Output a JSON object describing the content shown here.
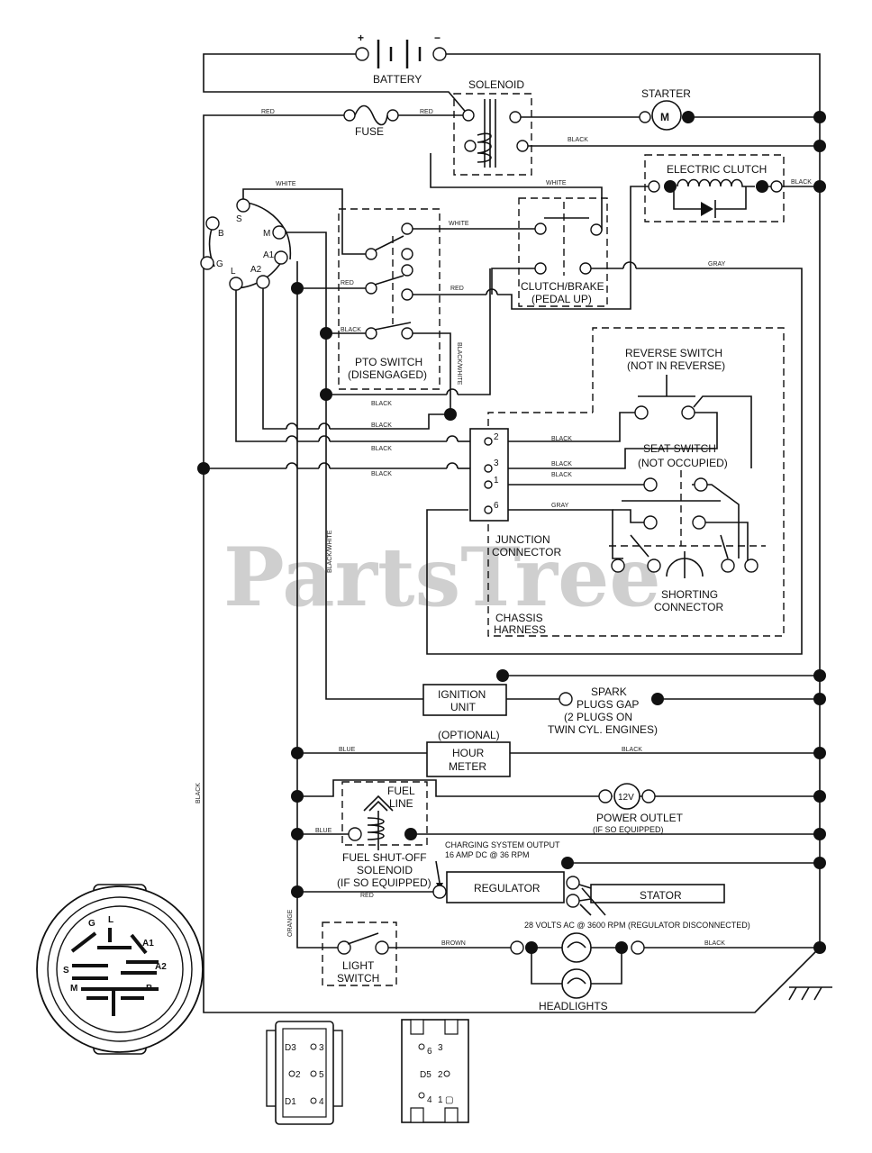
{
  "watermark": "PartsTree",
  "labels": {
    "battery": "BATTERY",
    "solenoid": "SOLENOID",
    "starter": "STARTER",
    "starter_motor": "M",
    "fuse": "FUSE",
    "electric_clutch": "ELECTRIC CLUTCH",
    "clutch_brake_1": "CLUTCH/BRAKE",
    "clutch_brake_2": "(PEDAL UP)",
    "pto_switch_1": "PTO SWITCH",
    "pto_switch_2": "(DISENGAGED)",
    "reverse_switch_1": "REVERSE SWITCH",
    "reverse_switch_2": "(NOT IN REVERSE)",
    "seat_switch_1": "SEAT SWITCH",
    "seat_switch_2": "(NOT OCCUPIED)",
    "junction_1": "JUNCTION",
    "junction_2": "CONNECTOR",
    "shorting_1": "SHORTING",
    "shorting_2": "CONNECTOR",
    "chassis_1": "CHASSIS",
    "chassis_2": "HARNESS",
    "ignition_1": "IGNITION",
    "ignition_2": "UNIT",
    "spark_1": "SPARK",
    "spark_2": "PLUGS GAP",
    "spark_3": "(2 PLUGS ON",
    "spark_4": "TWIN CYL. ENGINES)",
    "optional": "(OPTIONAL)",
    "hour_1": "HOUR",
    "hour_2": "METER",
    "fuel_1": "FUEL",
    "fuel_2": "LINE",
    "power_outlet_v": "12V",
    "power_outlet_1": "POWER OUTLET",
    "power_outlet_2": "(IF SO EQUIPPED)",
    "fuel_sol_1": "FUEL SHUT-OFF",
    "fuel_sol_2": "SOLENOID",
    "fuel_sol_3": "(IF SO EQUIPPED)",
    "charging_1": "CHARGING SYSTEM OUTPUT",
    "charging_2": "16 AMP DC @ 36 RPM",
    "regulator": "REGULATOR",
    "stator": "STATOR",
    "volts_ac": "28 VOLTS AC @ 3600 RPM (REGULATOR DISCONNECTED)",
    "light_1": "LIGHT",
    "light_2": "SWITCH",
    "headlights": "HEADLIGHTS"
  },
  "wires": {
    "red_fuse_left": "RED",
    "red_fuse_right": "RED",
    "black_solenoid": "BLACK",
    "white_top": "WHITE",
    "white_clutch": "WHITE",
    "white_pto": "WHITE",
    "black_clutch_right": "BLACK",
    "gray_right": "GRAY",
    "red_pto": "RED",
    "red_clutch": "RED",
    "black_pto": "BLACK",
    "black_white_pto": "BLACK/WHITE",
    "black_1": "BLACK",
    "black_2": "BLACK",
    "black_3": "BLACK",
    "black_4": "BLACK",
    "black_j2": "BLACK",
    "black_j3": "BLACK",
    "black_j1": "BLACK",
    "gray_j6": "GRAY",
    "black_white_vert": "BLACK/WHITE",
    "black_left_vert": "BLACK",
    "blue_hour": "BLUE",
    "black_hour": "BLACK",
    "blue_fuel": "BLUE",
    "red_reg": "RED",
    "orange": "ORANGE",
    "brown": "BROWN",
    "black_headlight": "BLACK"
  },
  "ignition_switch_pins": {
    "s": "S",
    "m": "M",
    "b": "B",
    "a1": "A1",
    "g": "G",
    "a2": "A2",
    "l": "L"
  },
  "junction_pins": {
    "p2": "2",
    "p3": "3",
    "p1": "1",
    "p6": "6"
  },
  "switch_face": {
    "g": "G",
    "l": "L",
    "a1": "A1",
    "s": "S",
    "a2": "A2",
    "m": "M",
    "b": "B"
  },
  "connector_a": {
    "d3": "D3",
    "p3": "3",
    "p2": "2",
    "p5": "5",
    "d1": "D1",
    "p4": "4"
  },
  "connector_b": {
    "p6": "6",
    "p3": "3",
    "d5": "D5",
    "p2": "2",
    "p4": "4",
    "p1": "1"
  }
}
